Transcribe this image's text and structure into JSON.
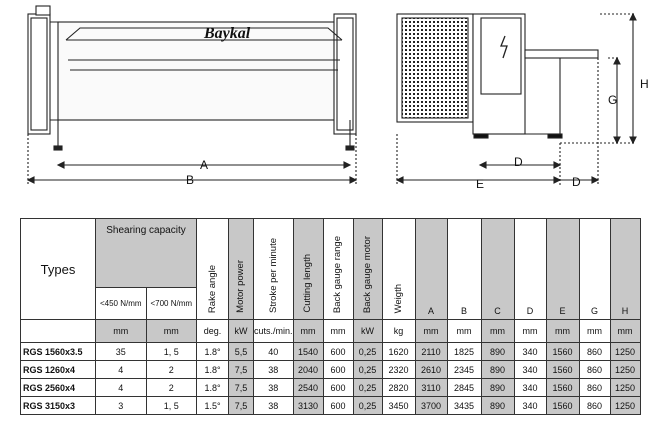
{
  "drawing": {
    "brand_logo": "Baykal",
    "front_labels": [
      "A",
      "B"
    ],
    "side_labels": [
      "H",
      "G",
      "D",
      "E",
      "D"
    ]
  },
  "table": {
    "types_label": "Types",
    "shearing_capacity": "Shearing capacity",
    "capacity_sub": [
      "<450 N/mm",
      "<700 N/mm"
    ],
    "columns": [
      "Rake angle",
      "Motor power",
      "Stroke per minute",
      "Cutting length",
      "Back gauge range",
      "Back gauge motor",
      "Weigth",
      "A",
      "B",
      "C",
      "D",
      "E",
      "G",
      "H"
    ],
    "units": [
      "mm",
      "mm",
      "deg.",
      "kW",
      "cuts./min.",
      "mm",
      "mm",
      "kW",
      "kg",
      "mm",
      "mm",
      "mm",
      "mm",
      "mm",
      "mm",
      "mm"
    ],
    "rows": [
      {
        "model": "RGS 1560x3.5",
        "cells": [
          "35",
          "1, 5",
          "1.8°",
          "5,5",
          "40",
          "1540",
          "600",
          "0,25",
          "1620",
          "2110",
          "1825",
          "890",
          "340",
          "1560",
          "860",
          "1250"
        ]
      },
      {
        "model": "RGS 1260x4",
        "cells": [
          "4",
          "2",
          "1.8°",
          "7,5",
          "38",
          "2040",
          "600",
          "0,25",
          "2320",
          "2610",
          "2345",
          "890",
          "340",
          "1560",
          "860",
          "1250"
        ]
      },
      {
        "model": "RGS 2560x4",
        "cells": [
          "4",
          "2",
          "1.8°",
          "7,5",
          "38",
          "2540",
          "600",
          "0,25",
          "2820",
          "3110",
          "2845",
          "890",
          "340",
          "1560",
          "860",
          "1250"
        ]
      },
      {
        "model": "RGS 3150x3",
        "cells": [
          "3",
          "1, 5",
          "1.5°",
          "7,5",
          "38",
          "3130",
          "600",
          "0,25",
          "3450",
          "3700",
          "3435",
          "890",
          "340",
          "1560",
          "860",
          "1250"
        ]
      }
    ]
  }
}
